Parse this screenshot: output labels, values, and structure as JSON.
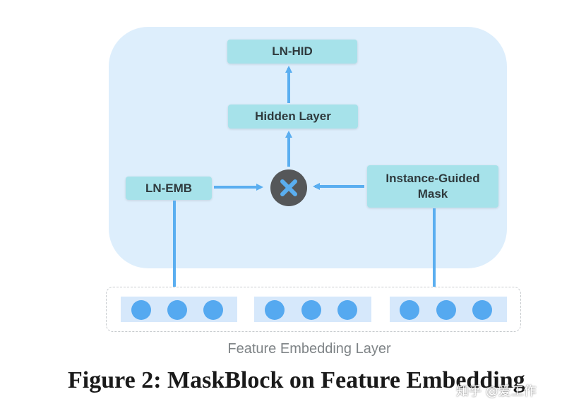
{
  "nodes": {
    "ln_hid": "LN-HID",
    "hidden_layer": "Hidden Layer",
    "ln_emb": "LN-EMB",
    "mask_line1": "Instance-Guided",
    "mask_line2": "Mask"
  },
  "embedding_layer_label": "Feature Embedding Layer",
  "caption": "Figure 2: MaskBlock on Feature Embedding",
  "watermark": "知乎 @爱工作",
  "colors": {
    "panel": "#ddeefc",
    "node": "#a6e2ea",
    "arrow": "#5aaef0",
    "multiply_circle": "#555759",
    "embedding_dot": "#55a9f0",
    "embedding_group": "#d6e8fb"
  },
  "embedding_groups": [
    {
      "dots": 3
    },
    {
      "dots": 3
    },
    {
      "dots": 3
    }
  ],
  "icons": {
    "multiply": "multiply-icon"
  }
}
